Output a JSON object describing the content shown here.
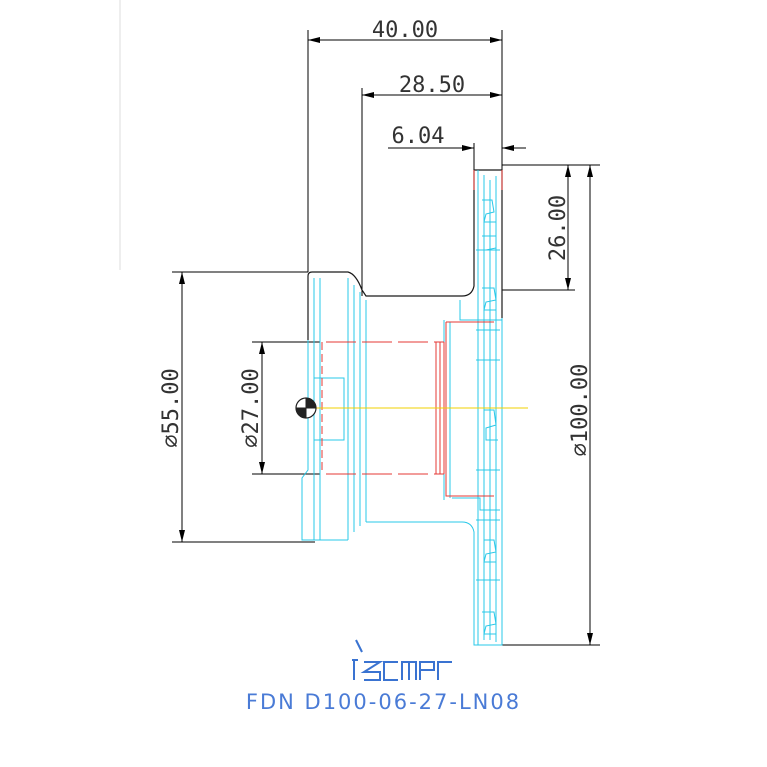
{
  "dimensions": {
    "overall_length": "40.00",
    "body_length": "28.50",
    "front_offset": "6.04",
    "flange_height": "26.00",
    "shank_diameter": "⌀55.00",
    "bore_diameter": "⌀27.00",
    "cutter_diameter": "⌀100.00"
  },
  "brand": {
    "logo_text": "iscar"
  },
  "product_code": "FDN D100-06-27-LN08",
  "colors": {
    "dimension_line": "#000000",
    "cyan_outline": "#29c8e8",
    "red_outline": "#e53935",
    "centerline": "#f0d000",
    "title_blue": "#4a7bd6"
  }
}
